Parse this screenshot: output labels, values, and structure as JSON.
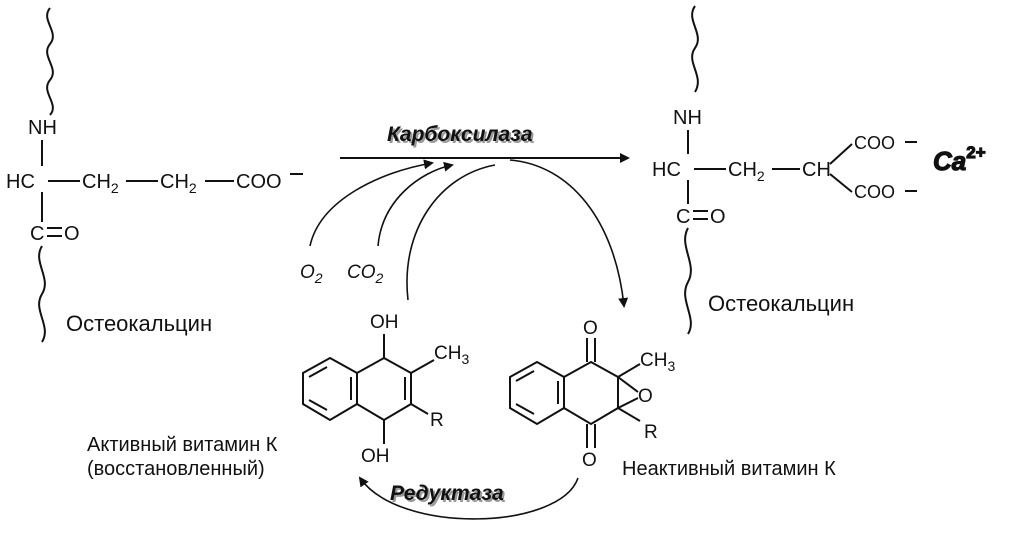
{
  "left_molecule": {
    "nh": "NH",
    "hc": "HC",
    "ch2_a": "CH",
    "ch2_a_sub": "2",
    "ch2_b": "CH",
    "ch2_b_sub": "2",
    "coo": "COO",
    "c": "C",
    "o": "O",
    "caption": "Остеокальцин"
  },
  "right_molecule": {
    "nh": "NH",
    "hc": "HC",
    "ch2": "CH",
    "ch2_sub": "2",
    "ch": "CH",
    "coo_top": "COO",
    "coo_bottom": "COO",
    "c": "C",
    "o": "O",
    "caption": "Остеокальцин",
    "ion": "Ca",
    "ion_charge": "2+"
  },
  "enzymes": {
    "top": "Карбоксилаза",
    "bottom": "Редуктаза"
  },
  "inputs": {
    "o2": "O",
    "o2_sub": "2",
    "co2": "CO",
    "co2_sub": "2"
  },
  "active_vitamin": {
    "oh_top": "OH",
    "ch3": "CH",
    "ch3_sub": "3",
    "r": "R",
    "oh_bottom": "OH",
    "caption_line1": "Активный витамин К",
    "caption_line2": "(восстановленный)"
  },
  "inactive_vitamin": {
    "o_top": "O",
    "ch3": "CH",
    "ch3_sub": "3",
    "o_ring": "O",
    "r": "R",
    "o_bottom": "O",
    "caption": "Неактивный витамин К"
  },
  "colors": {
    "ink": "#111111",
    "enzyme_shadow": "#9a9a9a"
  }
}
